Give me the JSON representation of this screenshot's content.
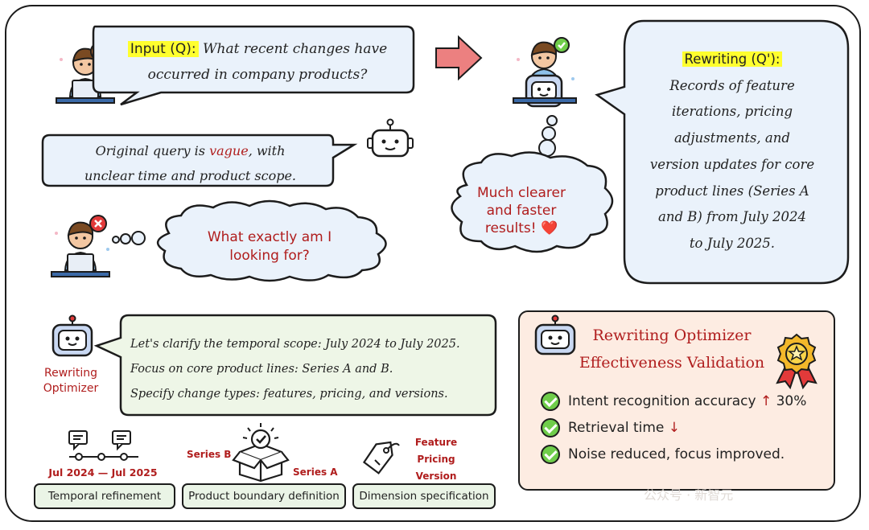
{
  "input_bubble": {
    "label": "Input (Q):",
    "line1": "What recent changes have",
    "line2": "occurred in company products?"
  },
  "vague_bubble": {
    "line1_pre": "Original query is ",
    "line1_red": "vague",
    "line1_post": ", with",
    "line2": "unclear time and product scope."
  },
  "confused_bubble": {
    "line1": "What exactly am I",
    "line2": "looking for?"
  },
  "cloud_bubble": {
    "line1": "Much clearer",
    "line2": "and faster",
    "line3": "results! ",
    "heart": "❤️"
  },
  "rewrite_bubble": {
    "label": "Rewriting (Q'):",
    "lines": [
      "Records of feature",
      "iterations, pricing",
      "adjustments, and",
      "version updates for core",
      "product lines (Series A",
      "and B) from July 2024",
      "to July 2025."
    ]
  },
  "optimizer": {
    "line1": "Rewriting",
    "line2": "Optimizer"
  },
  "clarify_bubble": {
    "lines": [
      "Let's clarify the temporal scope: July 2024 to July 2025.",
      "Focus on core product lines: Series A and B.",
      "Specify change types: features, pricing, and versions."
    ]
  },
  "timeline": {
    "range": "Jul 2024 — Jul 2025"
  },
  "product_box": {
    "left": "Series B",
    "right": "Series A"
  },
  "dimension": {
    "items": [
      "Feature",
      "Pricing",
      "Version"
    ]
  },
  "bottom_boxes": {
    "temporal": "Temporal refinement",
    "product": "Product boundary definition",
    "dimension": "Dimension specification"
  },
  "validation": {
    "title1": "Rewriting Optimizer",
    "title2": "Effectiveness Validation",
    "items": [
      {
        "text": "Intent recognition accuracy ",
        "arrow": "↑",
        "suffix": " 30%"
      },
      {
        "text": "Retrieval time ",
        "arrow": "↓",
        "suffix": ""
      },
      {
        "text": "Noise reduced, focus improved.",
        "arrow": "",
        "suffix": ""
      }
    ]
  },
  "watermark": "公众号 · 新智元",
  "colors": {
    "accent_red": "#b01d1d",
    "highlight": "#ffff2e",
    "bubble_blue": "#eaf2fb",
    "bubble_green": "#eef6e7",
    "validation_bg": "#fdece2",
    "check_green": "#6fcd4a"
  }
}
